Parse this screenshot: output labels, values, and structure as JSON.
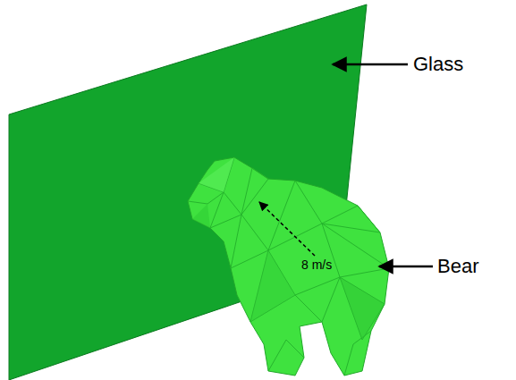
{
  "diagram": {
    "labels": [
      "Glass",
      "8 m/s",
      "Bear"
    ]
  }
}
